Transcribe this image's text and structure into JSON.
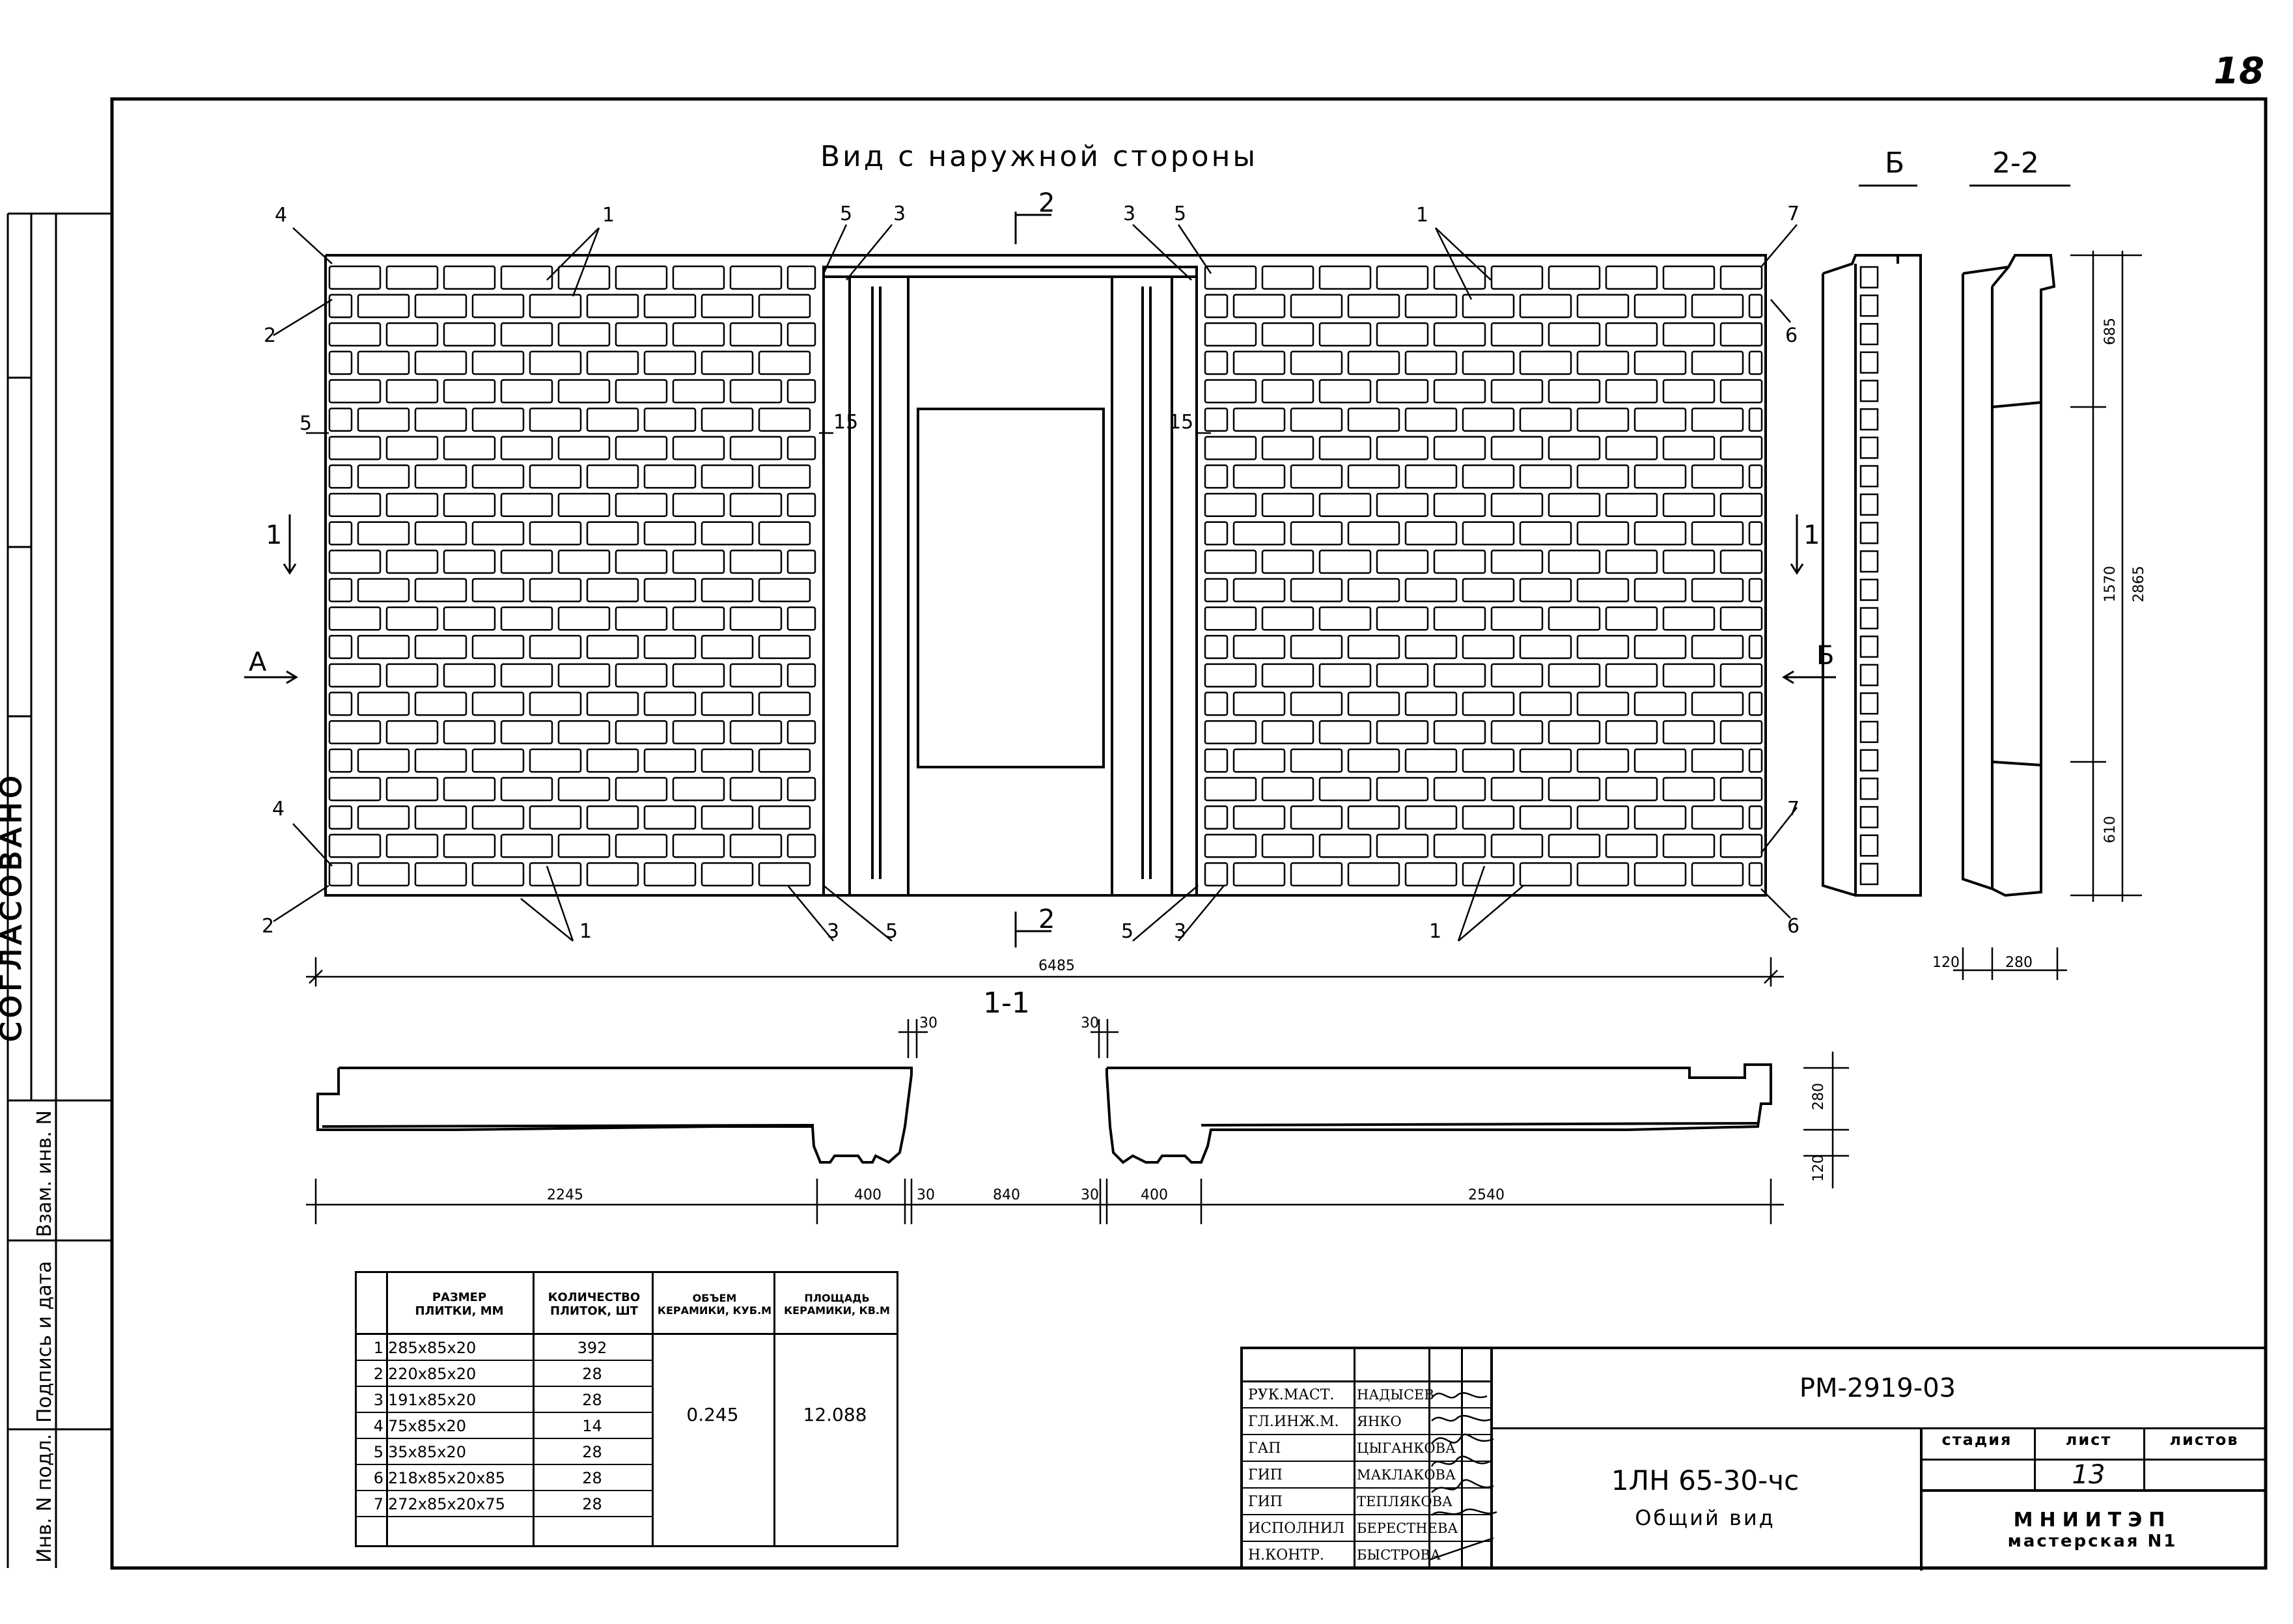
{
  "page_number": "18",
  "view_title": "Вид с наружной стороны",
  "side_view_b_title": "Б",
  "side_view_22_title": "2-2",
  "section_11_title": "1-1",
  "cut_marks": {
    "two": "2",
    "one": "1",
    "a": "А",
    "b": "Б"
  },
  "positions": [
    "1",
    "2",
    "3",
    "4",
    "5",
    "6",
    "7"
  ],
  "joint_label": "15",
  "dims": {
    "total_width": "6485",
    "sec_left": "2245",
    "sec_400a": "400",
    "sec_30a": "30",
    "sec_840": "840",
    "sec_30b": "30",
    "sec_400b": "400",
    "sec_right": "2540",
    "gap_left": "30",
    "gap_right": "30",
    "sec_280": "280",
    "sec_120": "120",
    "h_685": "685",
    "h_1570": "1570",
    "h_610": "610",
    "h_2865": "2865",
    "w_120": "120",
    "w_280": "280"
  },
  "left_strip": {
    "agreed": "СОГЛАСОВАНО",
    "inv_zam": "Взам. инв. N",
    "sign_date": "Подпись и дата",
    "inv_podl": "Инв. N подл."
  },
  "tile_table": {
    "headers": [
      {
        "line1": "РАЗМЕР",
        "line2": "ПЛИТКИ, ММ"
      },
      {
        "line1": "КОЛИЧЕСТВО",
        "line2": "ПЛИТОК, ШТ"
      },
      {
        "line1": "ОБЪЕМ",
        "line2": "КЕРАМИКИ, КУБ.М"
      },
      {
        "line1": "ПЛОЩАДЬ",
        "line2": "КЕРАМИКИ, КВ.М"
      }
    ],
    "rows": [
      {
        "n": "1",
        "size": "285x85x20",
        "qty": "392"
      },
      {
        "n": "2",
        "size": "220x85x20",
        "qty": "28"
      },
      {
        "n": "3",
        "size": "191x85x20",
        "qty": "28"
      },
      {
        "n": "4",
        "size": "75x85x20",
        "qty": "14"
      },
      {
        "n": "5",
        "size": "35x85x20",
        "qty": "28"
      },
      {
        "n": "6",
        "size": "218x85x20x85",
        "qty": "28"
      },
      {
        "n": "7",
        "size": "272x85x20x75",
        "qty": "28"
      }
    ],
    "volume": "0.245",
    "area": "12.088"
  },
  "title_block": {
    "code": "РМ-2919-03",
    "staff": [
      {
        "role": "РУК.МАСТ.",
        "name": "НАДЫСЕВ"
      },
      {
        "role": "ГЛ.ИНЖ.М.",
        "name": "ЯНКО"
      },
      {
        "role": "ГАП",
        "name": "ЦЫГАНКОВА"
      },
      {
        "role": "ГИП",
        "name": "МАКЛАКОВА"
      },
      {
        "role": "ГИП",
        "name": "ТЕПЛЯКОВА"
      },
      {
        "role": "ИСПОЛНИЛ",
        "name": "БЕРЕСТНЕВА"
      },
      {
        "role": "Н.КОНТР.",
        "name": "БЫСТРОВА"
      }
    ],
    "product": "1ЛН 65-30-чс",
    "sheet_title": "Общий вид",
    "stage_label": "стадия",
    "sheet_label": "лист",
    "sheets_label": "листов",
    "sheet_no": "13",
    "org_name": "МНИИТЭП",
    "org_unit": "мастерская N1"
  }
}
